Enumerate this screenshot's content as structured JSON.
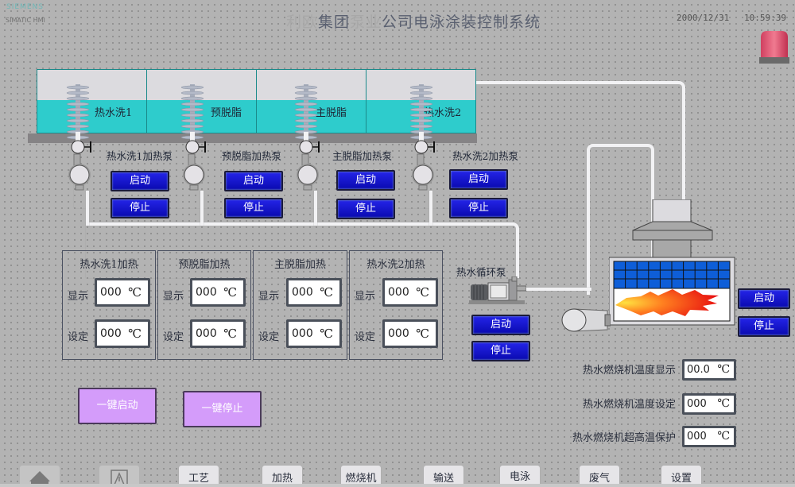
{
  "header": {
    "brand": "SIEMENS",
    "brand_sub": "SIMATIC HMI",
    "title_prefix_faded": "利欧",
    "title_main": "集团",
    "title_mid_faded": "泵业",
    "title_suffix": "公司电泳涂装控制系统",
    "date": "2000/12/31",
    "time": "10:59:39",
    "alarm_icon": "alarm-beacon-icon"
  },
  "tanks": [
    {
      "label": "热水洗1"
    },
    {
      "label": "预脱脂"
    },
    {
      "label": "主脱脂"
    },
    {
      "label": "热水洗2"
    }
  ],
  "heating_pumps": [
    {
      "label": "热水洗1加热泵",
      "start": "启动",
      "stop": "停止"
    },
    {
      "label": "预脱脂加热泵",
      "start": "启动",
      "stop": "停止"
    },
    {
      "label": "主脱脂加热泵",
      "start": "启动",
      "stop": "停止"
    },
    {
      "label": "热水洗2加热泵",
      "start": "启动",
      "stop": "停止"
    }
  ],
  "heating_groups": [
    {
      "title": "热水洗1加热",
      "display_label": "显示",
      "display_value": "000",
      "set_label": "设定",
      "set_value": "000",
      "unit": "℃"
    },
    {
      "title": "预脱脂加热",
      "display_label": "显示",
      "display_value": "000",
      "set_label": "设定",
      "set_value": "000",
      "unit": "℃"
    },
    {
      "title": "主脱脂加热",
      "display_label": "显示",
      "display_value": "000",
      "set_label": "设定",
      "set_value": "000",
      "unit": "℃"
    },
    {
      "title": "热水洗2加热",
      "display_label": "显示",
      "display_value": "000",
      "set_label": "设定",
      "set_value": "000",
      "unit": "℃"
    }
  ],
  "circulation_pump": {
    "label": "热水循环泵",
    "start": "启动",
    "stop": "停止"
  },
  "burner": {
    "start": "启动",
    "stop": "停止",
    "fields": [
      {
        "label": "热水燃烧机温度显示",
        "value": "00.0",
        "unit": "℃"
      },
      {
        "label": "热水燃烧机温度设定",
        "value": "000",
        "unit": "℃"
      },
      {
        "label": "热水燃烧机超高温保护",
        "value": "000",
        "unit": "℃"
      }
    ]
  },
  "one_key": {
    "start": "一键启动",
    "stop": "一键停止"
  },
  "nav": {
    "home_icon": "home-icon",
    "alarm_icon": "warning-icon",
    "items": [
      "工艺",
      "加热",
      "燃烧机",
      "输送",
      "电泳",
      "废气",
      "设置"
    ]
  },
  "colors": {
    "water": "#2ecccc",
    "button_blue": "#1414d0",
    "button_purple": "#d49cfa",
    "alarm_red": "#e0607a"
  }
}
